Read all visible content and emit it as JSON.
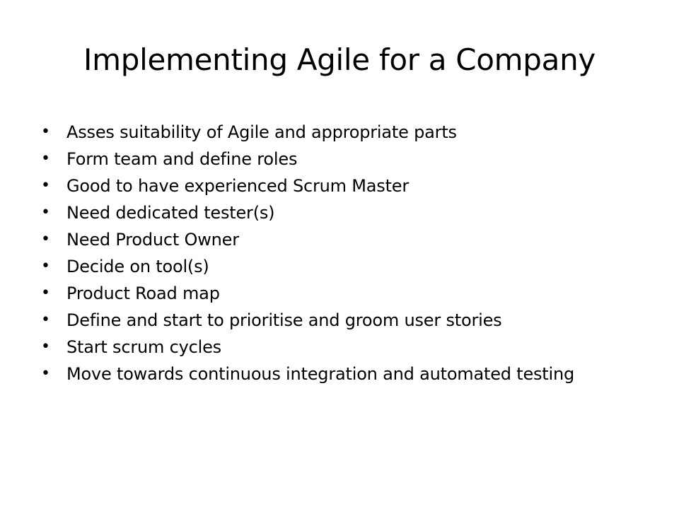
{
  "slide": {
    "title": "Implementing Agile for a Company",
    "bullet_glyph": "•",
    "bullets": [
      "Asses suitability of Agile and appropriate parts",
      "Form team and define roles",
      "Good to have experienced Scrum Master",
      "Need dedicated tester(s)",
      "Need Product Owner",
      "Decide on tool(s)",
      "Product Road map",
      "Define and start to prioritise and groom user stories",
      "Start scrum cycles",
      "Move towards continuous integration and automated testing"
    ]
  }
}
